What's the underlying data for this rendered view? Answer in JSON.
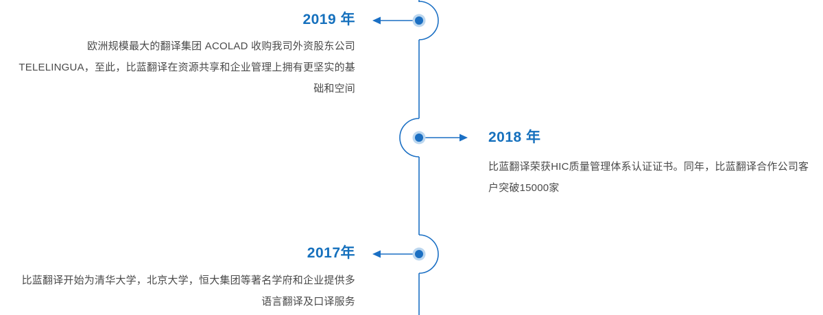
{
  "theme": {
    "accent": "#1570bd",
    "line": "#1a6fc4",
    "dot_core": "#1b6fc2",
    "dot_halo": "#b9d5ee",
    "body_text": "#4a4a4a",
    "background": "#ffffff"
  },
  "timeline": {
    "orientation": "vertical",
    "entries": [
      {
        "year": "2019 年",
        "side": "left",
        "arc_direction": "right",
        "arrow_direction": "left",
        "description": "欧洲规模最大的翻译集团  ACOLAD  收购我司外资股东公司TELELINGUA，至此，比蓝翻译在资源共享和企业管理上拥有更坚实的基础和空间"
      },
      {
        "year": "2018 年",
        "side": "right",
        "arc_direction": "left",
        "arrow_direction": "right",
        "description": "比蓝翻译荣获HIC质量管理体系认证证书。同年，比蓝翻译合作公司客户突破15000家"
      },
      {
        "year": "2017年",
        "side": "left",
        "arc_direction": "right",
        "arrow_direction": "left",
        "description": "比蓝翻译开始为清华大学，北京大学，恒大集团等著名学府和企业提供多语言翻译及口译服务"
      }
    ]
  }
}
